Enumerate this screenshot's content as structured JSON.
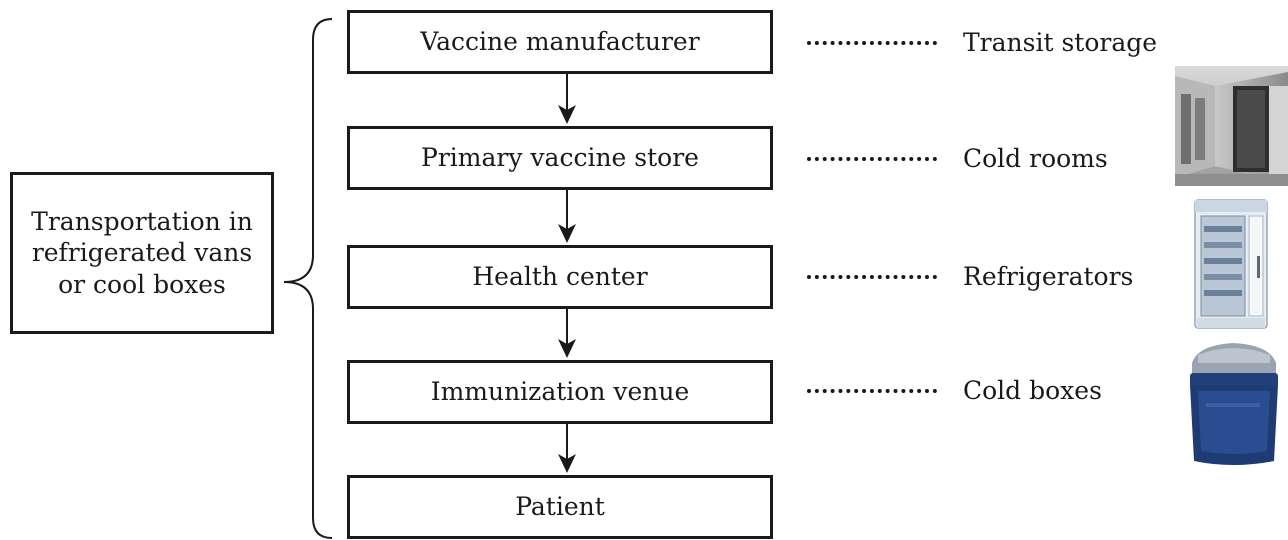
{
  "chain": {
    "steps": [
      {
        "label": "Vaccine manufacturer"
      },
      {
        "label": "Primary vaccine store"
      },
      {
        "label": "Health center"
      },
      {
        "label": "Immunization venue"
      },
      {
        "label": "Patient"
      }
    ]
  },
  "transport": {
    "lines": [
      "Transportation in",
      "refrigerated vans",
      "or cool boxes"
    ]
  },
  "storage": {
    "items": [
      {
        "label": "Transit storage"
      },
      {
        "label": "Cold rooms"
      },
      {
        "label": "Refrigerators"
      },
      {
        "label": "Cold boxes"
      }
    ]
  },
  "images": {
    "cold_room": "cold-room-photo",
    "refrigerator": "vaccine-refrigerator-photo",
    "cold_box": "cold-box-photo"
  },
  "colors": {
    "stroke": "#1a1a1a",
    "background": "#ffffff"
  }
}
